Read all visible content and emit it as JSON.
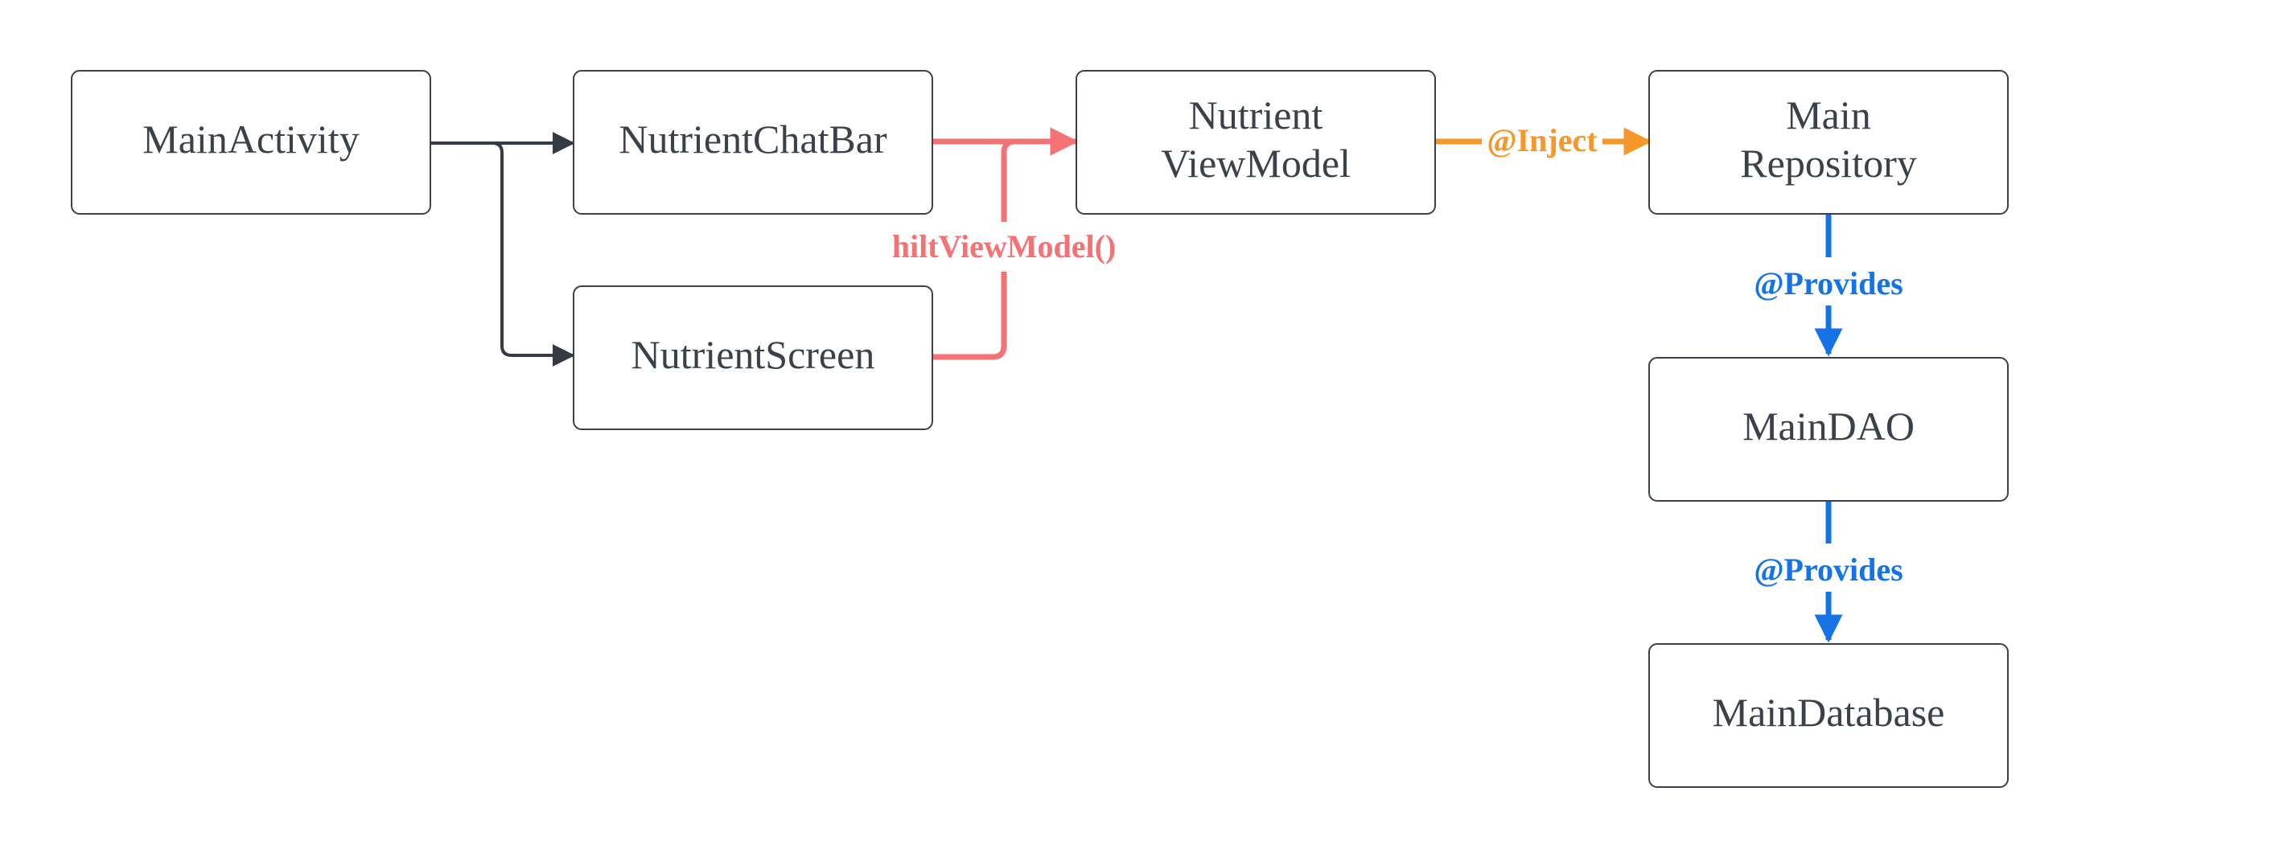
{
  "nodes": {
    "main_activity": "MainActivity",
    "nutrient_chat_bar": "NutrientChatBar",
    "nutrient_screen": "NutrientScreen",
    "nutrient_view_model": [
      "Nutrient",
      "ViewModel"
    ],
    "main_repository": [
      "Main",
      "Repository"
    ],
    "main_dao": "MainDAO",
    "main_database": "MainDatabase"
  },
  "edges": {
    "hilt_view_model": "hiltViewModel()",
    "inject": "@Inject",
    "provides_dao": "@Provides",
    "provides_database": "@Provides"
  },
  "colors": {
    "box_stroke": "#3a414a",
    "text": "#3a414a",
    "dark_arrow": "#343b44",
    "hilt_arrow": "#f47174",
    "inject_arrow": "#f5972a",
    "provides_arrow": "#1573e6"
  }
}
